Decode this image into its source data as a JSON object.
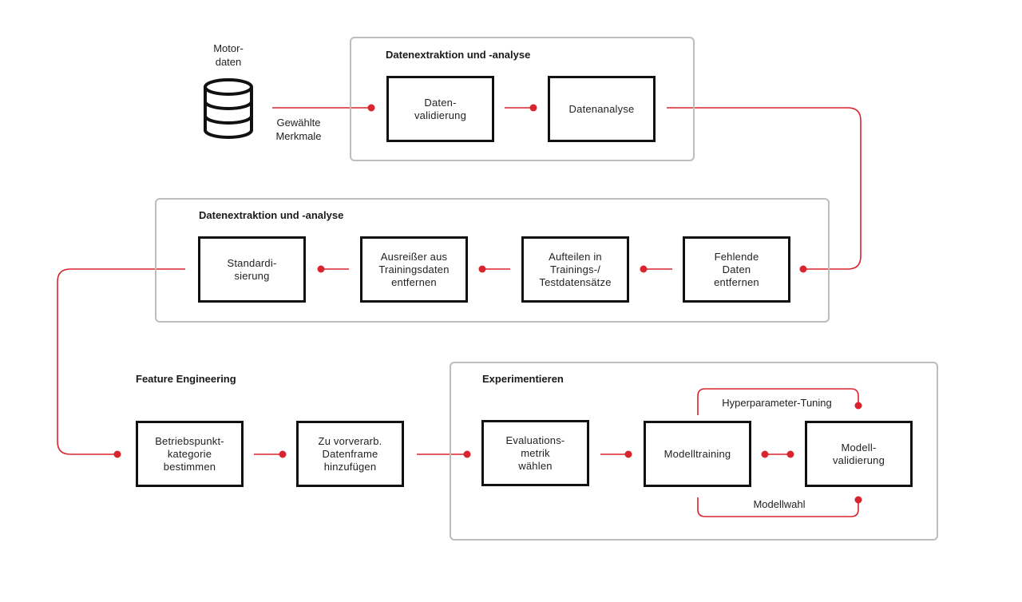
{
  "source": {
    "label": "Motor-\ndaten",
    "icon": "database-icon",
    "edge_label": "Gewählte\nMerkmale"
  },
  "groups": {
    "extraction": {
      "title": "Datenextraktion und -analyse",
      "steps": [
        "Daten-\nvalidierung",
        "Datenanalyse"
      ]
    },
    "preprocessing": {
      "title": "Datenextraktion und -analyse",
      "steps": [
        "Standardi-\nsierung",
        "Ausreißer aus\nTrainingsdaten\nentfernen",
        "Aufteilen in\nTrainings-/\nTestdatensätze",
        "Fehlende\nDaten\nentfernen"
      ]
    },
    "feature_engineering": {
      "title": "Feature Engineering",
      "steps": [
        "Betriebspunkt-\nkategorie\nbestimmen",
        "Zu vorverarb.\nDatenframe\nhinzufügen"
      ]
    },
    "experiment": {
      "title": "Experimentieren",
      "steps": [
        "Evaluations-\nmetrik\nwählen",
        "Modelltraining",
        "Modell-\nvalidierung"
      ],
      "loops": [
        "Hyperparameter-Tuning",
        "Modellwahl"
      ]
    }
  },
  "colors": {
    "connector": "#d9232e",
    "box_border": "#111111",
    "group_border": "#bdbdbd"
  }
}
